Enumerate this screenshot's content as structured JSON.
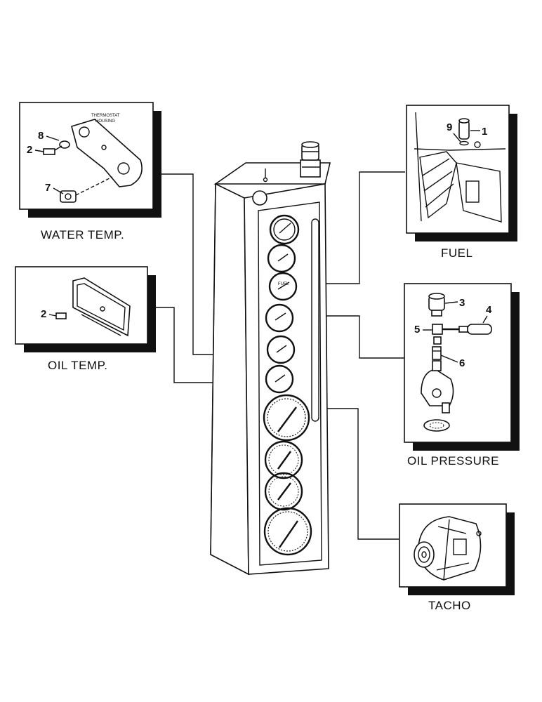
{
  "panels": {
    "water_temp": {
      "caption": "WATER TEMP.",
      "housing_label": "THERMOSTAT HOUSING",
      "callouts": [
        "8",
        "2",
        "7"
      ]
    },
    "oil_temp": {
      "caption": "OIL TEMP.",
      "callouts": [
        "2"
      ]
    },
    "fuel": {
      "caption": "FUEL",
      "callouts": [
        "9",
        "1"
      ]
    },
    "oil_pressure": {
      "caption": "OIL PRESSURE",
      "callouts": [
        "3",
        "4",
        "5",
        "6"
      ]
    },
    "tacho": {
      "caption": "TACHO"
    }
  },
  "colors": {
    "ink": "#111111",
    "paper": "#ffffff",
    "shadow": "#111111"
  }
}
